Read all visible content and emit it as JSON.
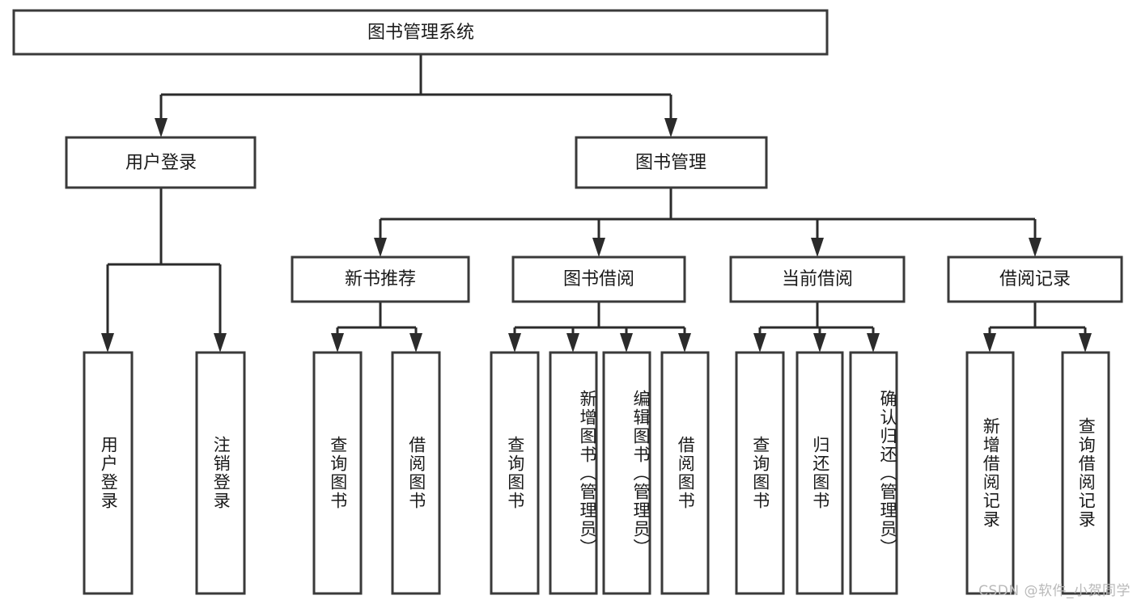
{
  "diagram": {
    "type": "tree",
    "title": "图书管理系统",
    "watermark": "CSDN @软件_小贺同学",
    "colors": {
      "box_stroke": "#3a3a3a",
      "connector": "#2b2b2b",
      "background": "#ffffff",
      "text": "#1b1b1b",
      "watermark": "#b9b9b9"
    },
    "levels": {
      "root": "图书管理系统",
      "level2": [
        "用户登录",
        "图书管理"
      ],
      "level3": [
        "新书推荐",
        "图书借阅",
        "当前借阅",
        "借阅记录"
      ]
    },
    "nodes": {
      "root": {
        "label": "图书管理系统"
      },
      "user_login": {
        "label": "用户登录"
      },
      "book_manage": {
        "label": "图书管理"
      },
      "new_book_rec": {
        "label": "新书推荐"
      },
      "book_borrow": {
        "label": "图书借阅"
      },
      "current_borrow": {
        "label": "当前借阅"
      },
      "borrow_record": {
        "label": "借阅记录"
      }
    },
    "leaves": {
      "user_login": [
        {
          "label": "用户登录"
        },
        {
          "label": "注销登录"
        }
      ],
      "new_book_rec": [
        {
          "label": "查询图书"
        },
        {
          "label": "借阅图书"
        }
      ],
      "book_borrow": [
        {
          "label": "查询图书"
        },
        {
          "label": "新增图书（管理员）"
        },
        {
          "label": "编辑图书（管理员）"
        },
        {
          "label": "借阅图书"
        }
      ],
      "current_borrow": [
        {
          "label": "查询图书"
        },
        {
          "label": "归还图书"
        },
        {
          "label": "确认归还（管理员）"
        }
      ],
      "borrow_record": [
        {
          "label": "新增借阅记录"
        },
        {
          "label": "查询借阅记录"
        }
      ]
    }
  }
}
